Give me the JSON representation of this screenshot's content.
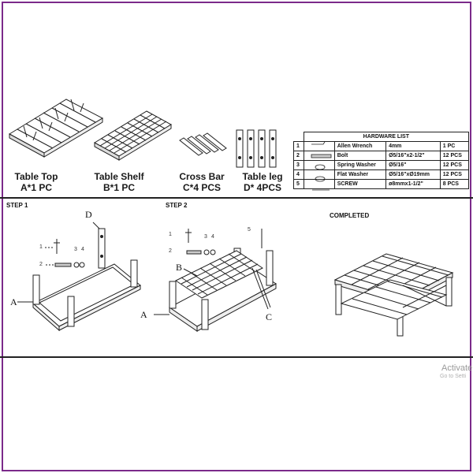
{
  "parts": [
    {
      "name": "Table Top",
      "qty": "A*1 PC"
    },
    {
      "name": "Table Shelf",
      "qty": "B*1 PC"
    },
    {
      "name": "Cross Bar",
      "qty": "C*4 PCS"
    },
    {
      "name": "Table leg",
      "qty": "D* 4PCS"
    }
  ],
  "hardware": {
    "title": "HARDWARE   LIST",
    "rows": [
      {
        "no": "1",
        "name": "Allen Wrench",
        "size": "4mm",
        "qty": "1 PC"
      },
      {
        "no": "2",
        "name": "Bolt",
        "size": "Ø5/16\"x2-1/2\"",
        "qty": "12 PCS"
      },
      {
        "no": "3",
        "name": "Spring Washer",
        "size": "Ø5/16\"",
        "qty": "12 PCS"
      },
      {
        "no": "4",
        "name": "Flat Washer",
        "size": "Ø5/16\"xØ19mm",
        "qty": "12 PCS"
      },
      {
        "no": "5",
        "name": "SCREW",
        "size": "ø8mmx1-1/2\"",
        "qty": "8 PCS"
      }
    ]
  },
  "steps": {
    "step1": "STEP 1",
    "step2": "STEP 2",
    "completed": "COMPLETED"
  },
  "callouts": {
    "A": "A",
    "B": "B",
    "C": "C",
    "D": "D",
    "n1": "1",
    "n2": "2",
    "n3": "3",
    "n4": "4",
    "n5": "5"
  },
  "watermark": {
    "line1": "Activate",
    "line2": "Go to Setti"
  }
}
